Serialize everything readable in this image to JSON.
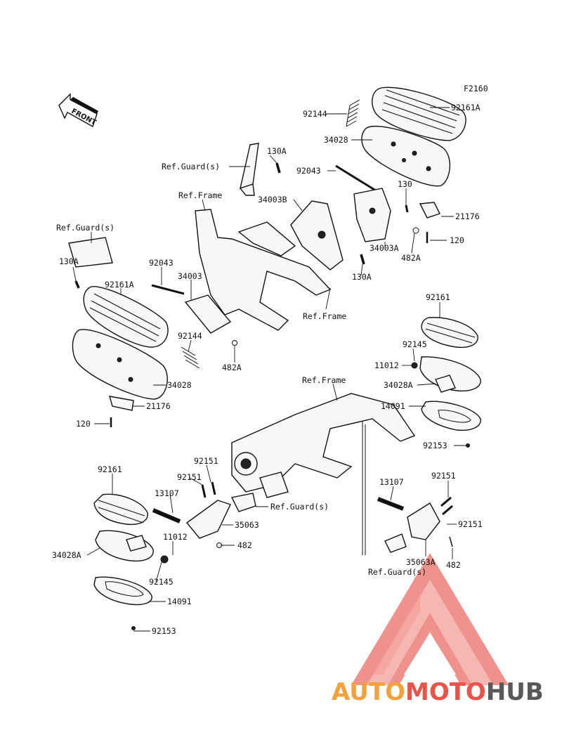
{
  "diagram_id": "F2160",
  "front_arrow": "FRONT",
  "labels": {
    "l_92144_top": "92144",
    "l_92161A_top": "92161A",
    "l_34028_top": "34028",
    "l_130A_top": "130A",
    "l_refguard_top": "Ref.Guard(s)",
    "l_92043_top": "92043",
    "l_130_top": "130",
    "l_21176_top": "21176",
    "l_refframe_top": "Ref.Frame",
    "l_34003B": "34003B",
    "l_120_top": "120",
    "l_34003A": "34003A",
    "l_482A_top": "482A",
    "l_130A_mid": "130A",
    "l_refguard_left": "Ref.Guard(s)",
    "l_130A_left": "130A",
    "l_92043_left": "92043",
    "l_34003": "34003",
    "l_92161A_left": "92161A",
    "l_refframe_mid": "Ref.Frame",
    "l_92144_left": "92144",
    "l_482A_left": "482A",
    "l_34028_left": "34028",
    "l_21176_left": "21176",
    "l_120_left": "120",
    "l_92161_right": "92161",
    "l_92145_right": "92145",
    "l_11012_right": "11012",
    "l_34028A_right": "34028A",
    "l_refframe_low": "Ref.Frame",
    "l_14091_right": "14091",
    "l_92153_right": "92153",
    "l_92161_left": "92161",
    "l_92151_a": "92151",
    "l_92151_b": "92151",
    "l_13107_left": "13107",
    "l_refguard_low": "Ref.Guard(s)",
    "l_35063": "35063",
    "l_11012_left": "11012",
    "l_482": "482",
    "l_34028A_left": "34028A",
    "l_92145_left": "92145",
    "l_14091_left": "14091",
    "l_92153_left": "92153",
    "l_13107_right": "13107",
    "l_92151_c": "92151",
    "l_92151_d": "92151",
    "l_35063A": "35063A",
    "l_482_right": "482",
    "l_refguard_bottom": "Ref.Guard(s)"
  },
  "watermark": {
    "word_part1": "AUTO",
    "word_part2": "MOTO",
    "word_part3": "HUB",
    "color_orange": "#f3a13a",
    "color_red": "#e8534a",
    "color_gray": "#595959"
  }
}
